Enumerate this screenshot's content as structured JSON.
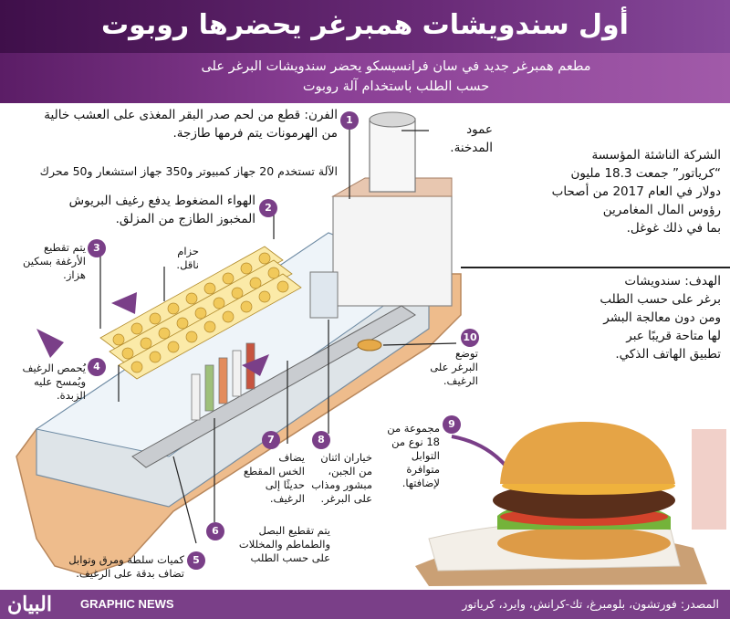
{
  "header": {
    "title": "أول سندويشات همبرغر يحضرها روبوت",
    "subtitle_line1": "مطعم همبرغر جديد في سان فرانسيسكو يحضر سندويشات البرغر على",
    "subtitle_line2": "حسب الطلب باستخدام آلة روبوت"
  },
  "notes": {
    "oven_line1": "الفرن: قطع من لحم صدر البقر المغذى على العشب خالية",
    "oven_line2": "من الهرمونات يتم فرمها طازجة.",
    "machine": "الآلة تستخدم 20 جهاز كمبيوتر و350 جهاز استشعار و50 محرك",
    "chimney_line1": "عمود",
    "chimney_line2": "المدخنة.",
    "company_line1": "الشركة الناشئة المؤسسة",
    "company_line2": "“كرياتور” جمعت 18.3 مليون",
    "company_line3": "دولار في العام 2017 من أصحاب",
    "company_line4": "رؤوس المال المغامرين",
    "company_line5": "بما في ذلك غوغل.",
    "goal_line1": "الهدف: سندويشات",
    "goal_line2": "برغر على حسب الطلب",
    "goal_line3": "ومن دون معالجة البشر",
    "goal_line4": "لها متاحة قريبًا عبر",
    "goal_line5": "تطبيق الهاتف الذكي."
  },
  "steps": [
    {
      "number": "1"
    },
    {
      "number": "2",
      "line1": "الهواء المضغوط يدفع رغيف البريوش",
      "line2": "المخبوز الطازج من المزلق."
    },
    {
      "number": "3",
      "line1": "يتم تقطيع",
      "line2": "الأرغفة بسكين",
      "line3": "هزاز."
    },
    {
      "number": "4",
      "line1": "يُحمص الرغيف",
      "line2": "ويُمسح عليه",
      "line3": "الزبدة."
    },
    {
      "number": "5",
      "line1": "كميات سلطة ومرق وتوابل",
      "line2": "تضاف بدقة على الرغيف."
    },
    {
      "number": "6",
      "line1": "يتم تقطيع البصل",
      "line2": "والطماطم والمخللات",
      "line3": "على حسب الطلب"
    },
    {
      "number": "7",
      "line1": "يضاف",
      "line2": "الخس المقطع",
      "line3": "حديثًا إلى الرغيف."
    },
    {
      "number": "8",
      "line1": "خياران اثنان",
      "line2": "من الجبن،",
      "line3": "مبشور ومذاب",
      "line4": "على البرغر."
    },
    {
      "number": "9",
      "line1": "مجموعة من",
      "line2": "18 نوع من",
      "line3": "التوابل",
      "line4": "متوافرة",
      "line5": "لإضافتها."
    },
    {
      "number": "10",
      "line1": "توضع",
      "line2": "البرغر على",
      "line3": "الرغيف."
    }
  ],
  "belt": {
    "line1": "حزام",
    "line2": "ناقل."
  },
  "footer": {
    "source": "المصدر: فورتشون، بلومبرغ، تك-كرانش، وايرد، كرياتور",
    "agency": "GRAPHIC NEWS",
    "logo": "البيان"
  },
  "colors": {
    "accent": "#7a3f88",
    "header_dark": "#3f0f4a",
    "wood": "#e9b98a",
    "bun": "#e7a545"
  }
}
